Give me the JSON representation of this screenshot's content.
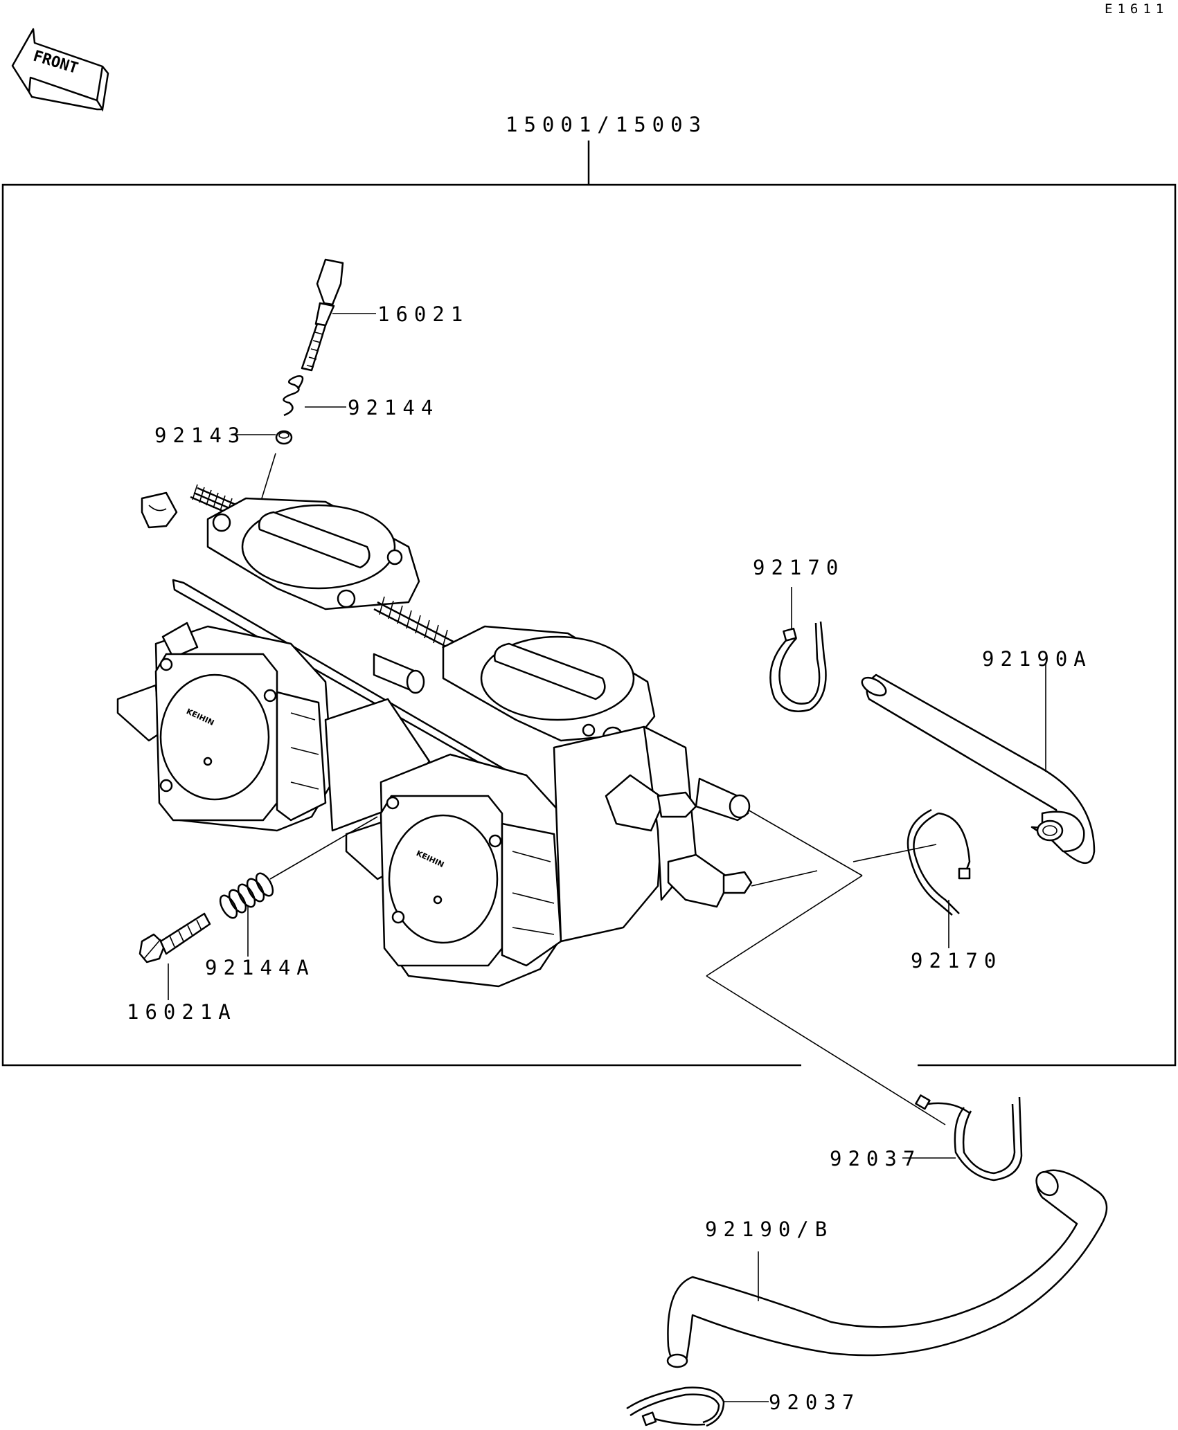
{
  "diagram_code": "E1611",
  "front_label": "FRONT",
  "brand_mark": "KEIHIN",
  "parts": {
    "assembly": "15001/15003",
    "pilot_screw": "16021",
    "pilot_spring": "92144",
    "washer": "92143",
    "clip_upper": "92170",
    "hose_a": "92190A",
    "clip_mid": "92170",
    "idle_screw": "16021A",
    "idle_spring": "92144A",
    "clamp_upper": "92037",
    "hose_b": "92190/B",
    "clamp_lower": "92037"
  }
}
